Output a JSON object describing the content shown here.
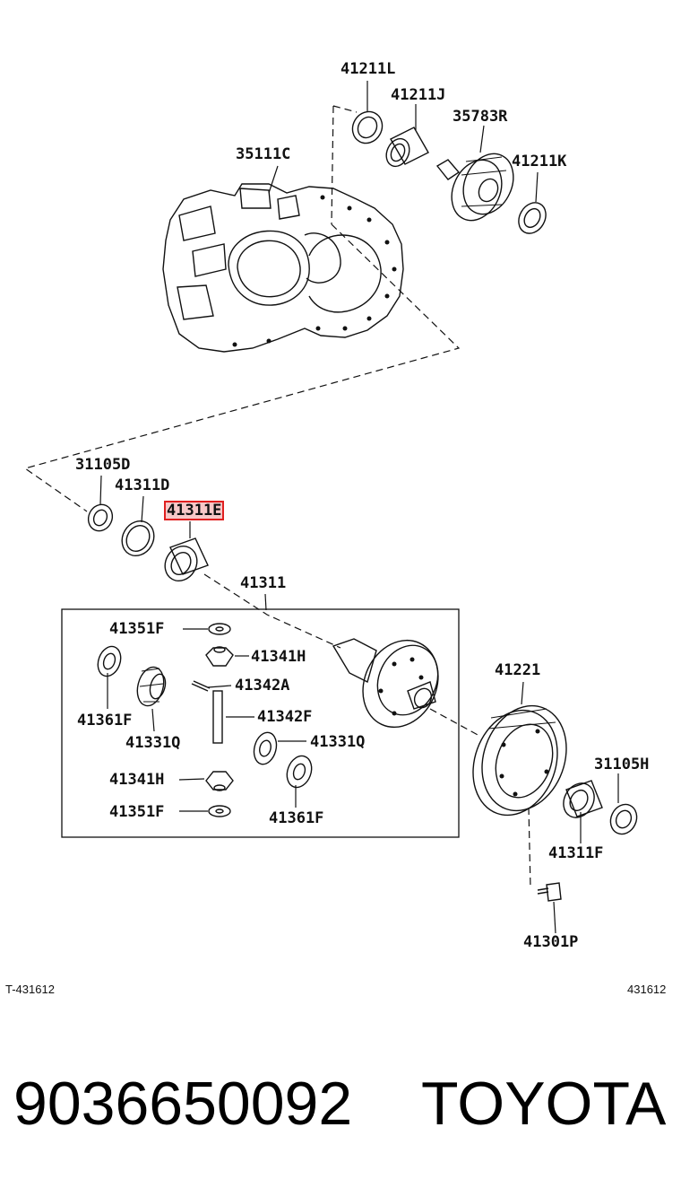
{
  "labels": {
    "l_41211L": "41211L",
    "l_41211J": "41211J",
    "l_35783R": "35783R",
    "l_35111C": "35111C",
    "l_41211K": "41211K",
    "l_31105D": "31105D",
    "l_41311D": "41311D",
    "l_41311E": "41311E",
    "l_41311": "41311",
    "l_41351F_top": "41351F",
    "l_41341H_top": "41341H",
    "l_41342A": "41342A",
    "l_41361F_left": "41361F",
    "l_41342F": "41342F",
    "l_41331Q_left": "41331Q",
    "l_41331Q_right": "41331Q",
    "l_41341H_bottom": "41341H",
    "l_41351F_bottom": "41351F",
    "l_41361F_right": "41361F",
    "l_41221": "41221",
    "l_31105H": "31105H",
    "l_41311F": "41311F",
    "l_41301P": "41301P"
  },
  "highlight_color": "#e02020",
  "codes": {
    "left": "T-431612",
    "right": "431612"
  },
  "footer": {
    "part_number": "9036650092",
    "brand": "TOYOTA"
  }
}
